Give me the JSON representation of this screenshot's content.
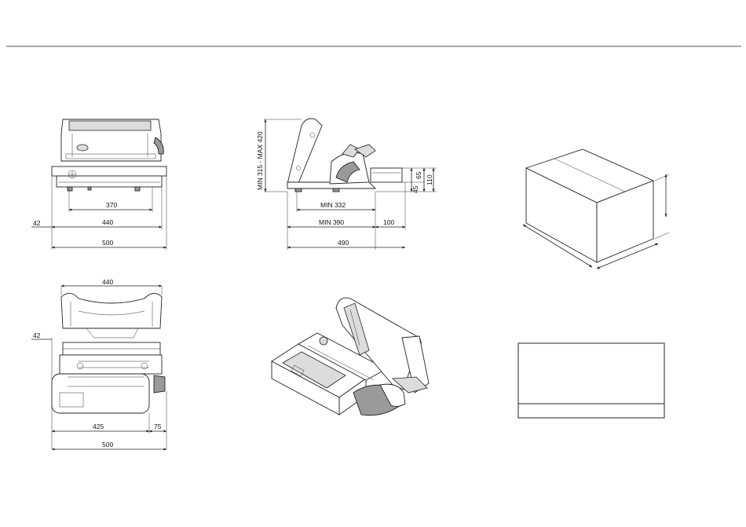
{
  "front_view": {
    "dims": {
      "inner": "370",
      "overall": "440",
      "total": "500",
      "offset": "42"
    }
  },
  "side_view": {
    "dims": {
      "height": "MIN 315 - MAX 420",
      "base": "MIN 332",
      "depth": "MIN 390",
      "overhang": "100",
      "total": "490",
      "h1": "45",
      "h2": "65",
      "h3": "110"
    }
  },
  "top_view": {
    "dims": {
      "top": "440",
      "offset": "42",
      "inner": "425",
      "side": "75",
      "total": "500"
    }
  },
  "title_block": {
    "rows": 2
  }
}
